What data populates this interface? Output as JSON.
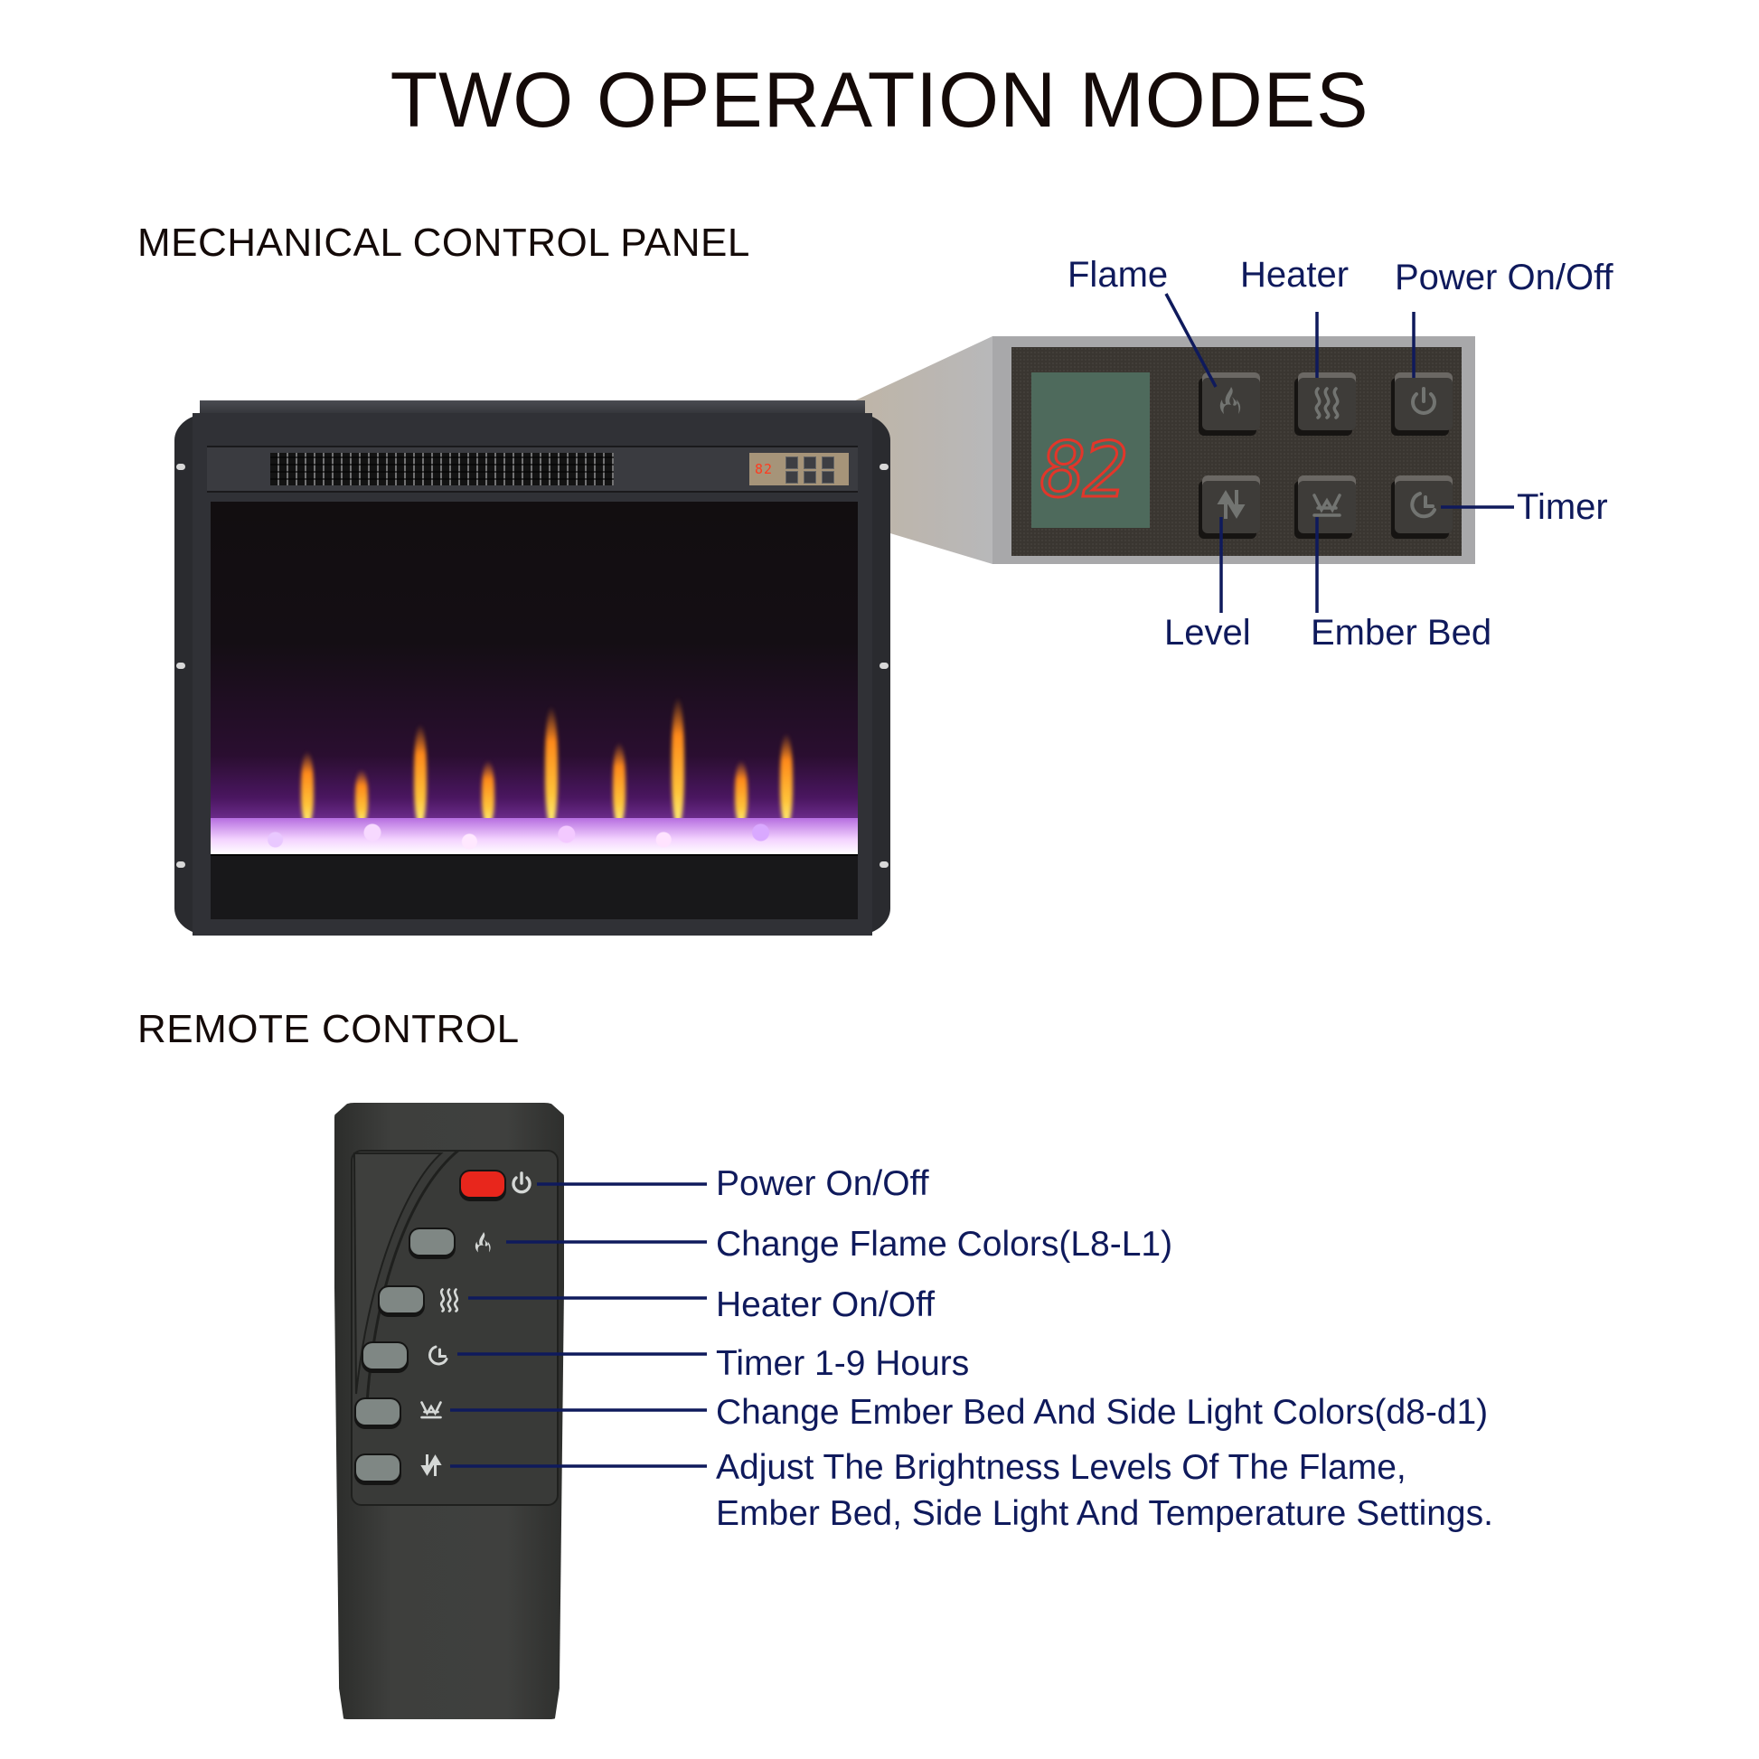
{
  "title": "TWO OPERATION MODES",
  "mechanical": {
    "heading": "MECHANICAL CONTROL PANEL",
    "display_value": "82",
    "mini_display_value": "82",
    "buttons": [
      {
        "id": "flame",
        "label": "Flame",
        "icon": "flame-icon"
      },
      {
        "id": "heater",
        "label": "Heater",
        "icon": "heat-waves-icon"
      },
      {
        "id": "power",
        "label": "Power On/Off",
        "icon": "power-icon"
      },
      {
        "id": "level",
        "label": "Level",
        "icon": "up-down-arrows-icon"
      },
      {
        "id": "ember",
        "label": "Ember Bed",
        "icon": "ember-bed-icon"
      },
      {
        "id": "timer",
        "label": "Timer",
        "icon": "timer-icon"
      }
    ]
  },
  "remote": {
    "heading": "REMOTE CONTROL",
    "buttons": [
      {
        "id": "power",
        "icon": "power-icon",
        "label": "Power On/Off"
      },
      {
        "id": "flame",
        "icon": "flame-icon",
        "label": "Change Flame Colors(L8-L1)"
      },
      {
        "id": "heater",
        "icon": "heat-waves-icon",
        "label": "Heater On/Off"
      },
      {
        "id": "timer",
        "icon": "timer-icon",
        "label": "Timer 1-9 Hours"
      },
      {
        "id": "ember",
        "icon": "ember-bed-icon",
        "label": "Change Ember Bed And Side Light Colors(d8-d1)"
      },
      {
        "id": "level",
        "icon": "up-down-arrows-icon",
        "label_line1": "Adjust The Brightness Levels Of The Flame,",
        "label_line2": "Ember Bed, Side Light And Temperature Settings."
      }
    ]
  },
  "colors": {
    "label_navy": "#0f1a5c",
    "title_black": "#140a08",
    "power_button_red": "#e8261c",
    "lcd_green": "#4e6a5c",
    "lcd_digit_red": "#e2362a"
  }
}
